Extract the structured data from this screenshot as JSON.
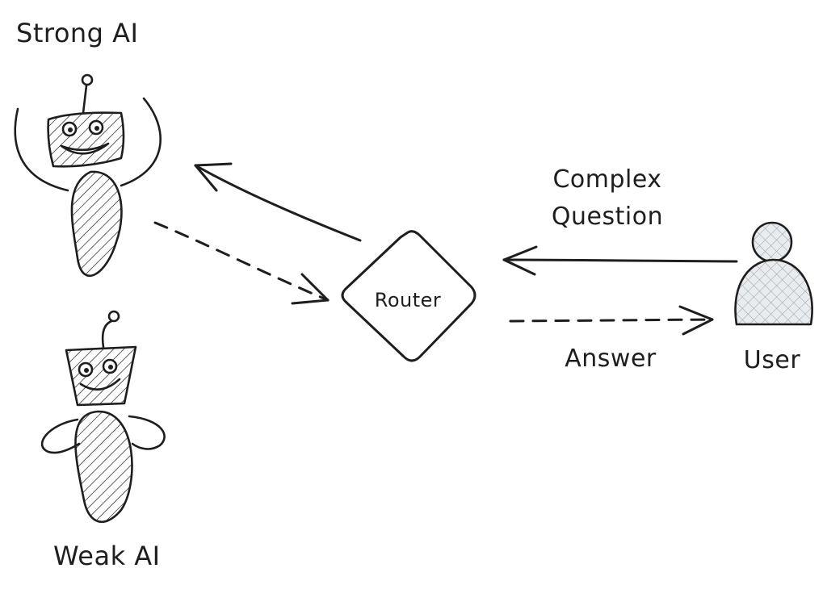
{
  "labels": {
    "strong_ai": "Strong AI",
    "weak_ai": "Weak AI",
    "router": "Router",
    "complex_question_line1": "Complex",
    "complex_question_line2": "Question",
    "answer": "Answer",
    "user": "User"
  },
  "colors": {
    "ink": "#1e1e1e",
    "background": "#ffffff",
    "user_fill": "#ced4da"
  },
  "icons": {
    "strong_ai": "robot-arms-up-icon",
    "weak_ai": "robot-hands-on-hips-icon",
    "user": "person-icon"
  }
}
